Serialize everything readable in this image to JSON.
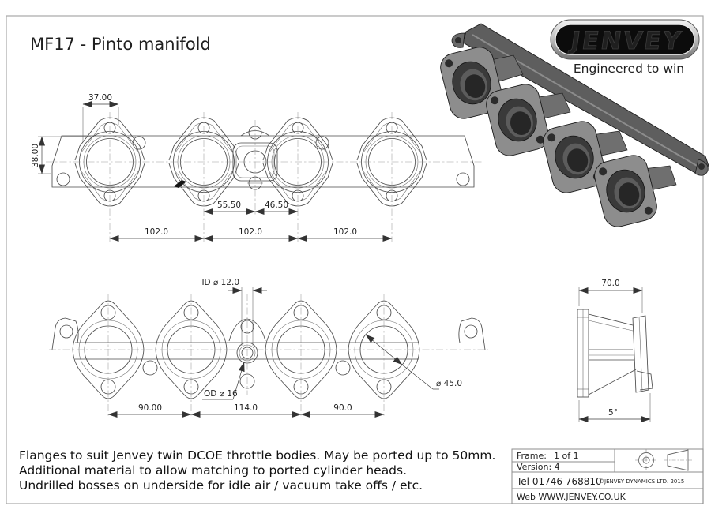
{
  "sheet": {
    "title": "MF17 - Pinto manifold"
  },
  "logo": {
    "brand": "JENVEY",
    "tagline": "Engineered to win"
  },
  "notes": [
    "Flanges to suit Jenvey twin DCOE throttle bodies. May be ported up to 50mm.",
    "Additional material to allow matching to ported cylinder heads.",
    "Undrilled bosses on underside for idle air / vacuum take offs / etc."
  ],
  "title_block": {
    "frame_label": "Frame:",
    "frame_value": "1 of 1",
    "version": "Version: 4",
    "tel": "Tel 01746 768810",
    "copyright": "©JENVEY DYNAMICS LTD. 2015",
    "web": "Web WWW.JENVEY.CO.UK"
  },
  "dimensions": {
    "top_view": {
      "port_offset": "37.00",
      "flange_height": "38.00",
      "boss_to_port_left": "55.50",
      "boss_to_port_right": "46.50",
      "pitch_1": "102.0",
      "pitch_2": "102.0",
      "pitch_3": "102.0"
    },
    "bottom_view": {
      "idle_boss_id": "ID ⌀ 12.0",
      "idle_boss_od": "OD ⌀ 16",
      "port_bore": "⌀ 45.0",
      "span_1": "90.00",
      "span_2": "114.0",
      "span_3": "90.0"
    },
    "side_view": {
      "overall_depth": "70.0",
      "flange_angle": "5°"
    }
  },
  "colors": {
    "line": "#4a4a4a",
    "render_body": "#8d8d8d",
    "logo_bg": "#0c0c0c"
  }
}
